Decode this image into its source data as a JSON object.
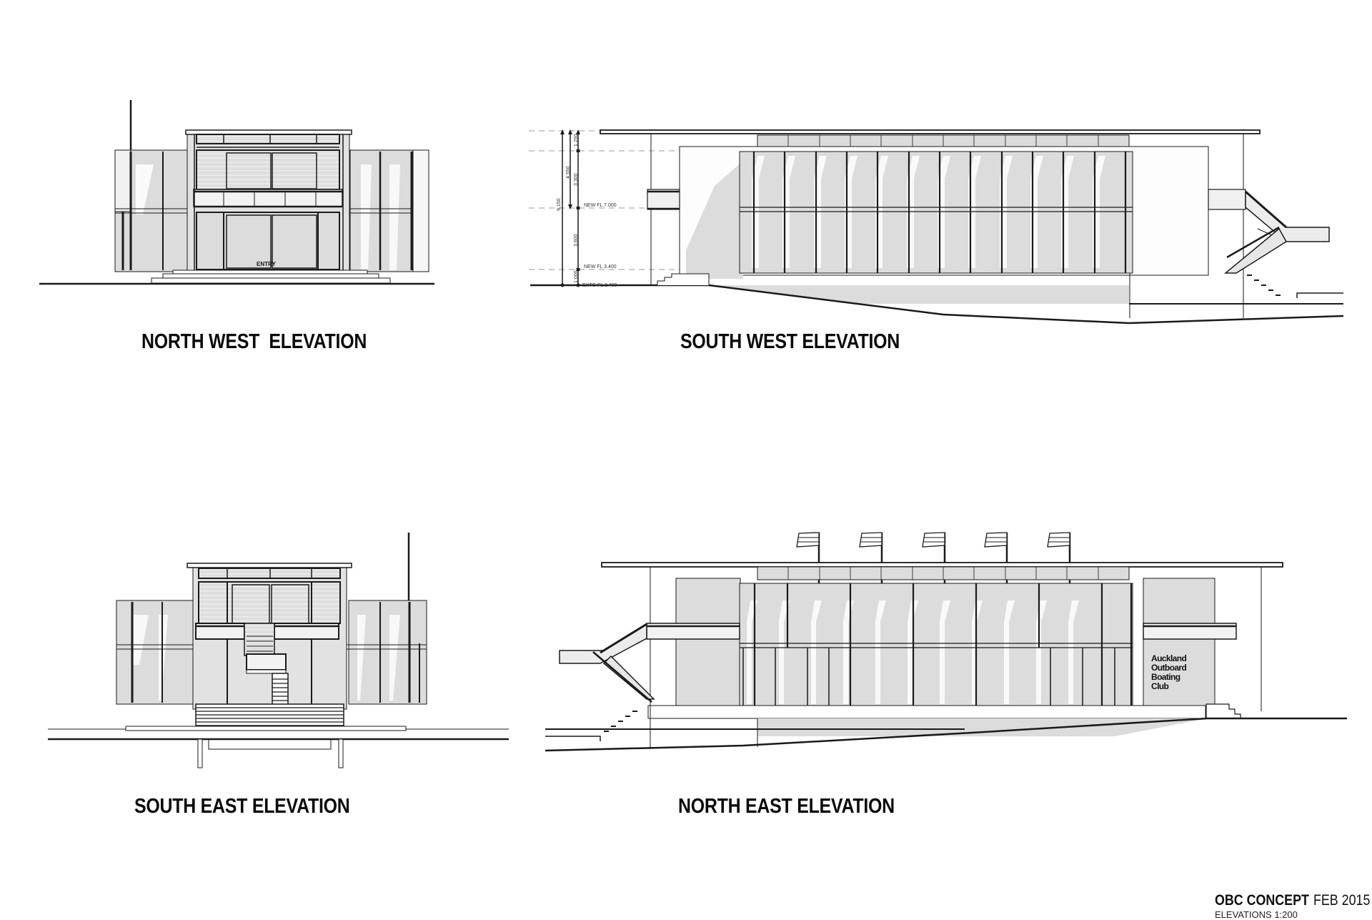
{
  "sheet": {
    "project_title": "OBC CONCEPT",
    "date": "FEB 2015",
    "subtitle": "ELEVATIONS 1:200",
    "colors": {
      "line": "#1a1a1a",
      "glass_fill": "#dcdcdc",
      "background": "#ffffff"
    }
  },
  "elevations": [
    {
      "id": "north-west",
      "title": "NORTH WEST  ELEVATION",
      "labels": [
        "ENTRY"
      ]
    },
    {
      "id": "south-west",
      "title": "SOUTH WEST ELEVATION",
      "dimensions": {
        "overall": "9,150",
        "upper_total": "4,550",
        "parapet": "1,250",
        "upper_floor": "3,300",
        "lower_floor": "3,600",
        "base": "1,000"
      },
      "levels": [
        "NEW FL 7.000",
        "NEW FL 3.400",
        "EXTG FL 2.400"
      ]
    },
    {
      "id": "south-east",
      "title": "SOUTH EAST ELEVATION"
    },
    {
      "id": "north-east",
      "title": "NORTH EAST ELEVATION",
      "signage": [
        "Auckland",
        "Outboard",
        "Boating",
        "Club"
      ],
      "flag_count": 5
    }
  ]
}
